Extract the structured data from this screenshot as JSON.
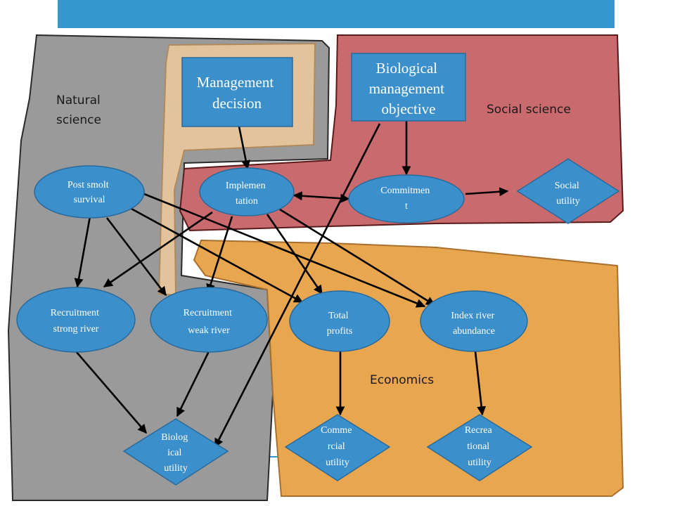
{
  "colors": {
    "banner": "#3399cc",
    "natural": "#9a9a9a",
    "tan": "#e3c39c",
    "social": "#c96a6e",
    "economics": "#e8a64e",
    "node": "#3b8fcb"
  },
  "zones": {
    "natural": [
      "Natural",
      "science"
    ],
    "social": "Social science",
    "economics": "Economics"
  },
  "nodes": {
    "management_decision": [
      "Management",
      "decision"
    ],
    "biological_objective": [
      "Biological",
      "management",
      "objective"
    ],
    "post_smolt": [
      "Post smolt",
      "survival"
    ],
    "implementation": [
      "Implemen",
      "tation"
    ],
    "commitment": [
      "Commitmen",
      "t"
    ],
    "social_utility": [
      "Social",
      "utility"
    ],
    "recruitment_strong": [
      "Recruitment",
      "strong river"
    ],
    "recruitment_weak": [
      "Recruitment",
      "weak river"
    ],
    "total_profits": [
      "Total",
      "profits"
    ],
    "index_river": [
      "Index river",
      "abundance"
    ],
    "biological_utility": [
      "Biolog",
      "ical",
      "utility"
    ],
    "commercial_utility": [
      "Comme",
      "rcial",
      "utility"
    ],
    "recreational_utility": [
      "Recrea",
      "tional",
      "utility"
    ]
  }
}
